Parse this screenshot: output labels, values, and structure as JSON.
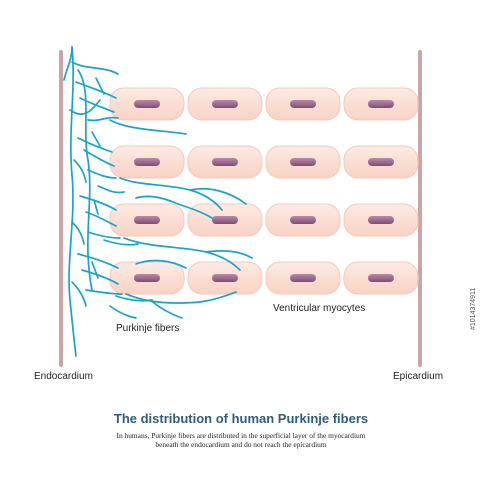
{
  "diagram": {
    "title": "The distribution of human Purkinje fibers",
    "caption_line1": "In humans, Purkinje fibers are distributed in the superficial layer of the myocardium",
    "caption_line2": "beneath the endocardium and do not reach the epicardium",
    "labels": {
      "endocardium": "Endocardium",
      "epicardium": "Epicardium",
      "purkinje_fibers": "Purkinje fibers",
      "ventricular_myocytes": "Ventricular myocytes"
    },
    "stock_id": "#1014374911",
    "colors": {
      "purkinje": "#1aa3c8",
      "myocyte_fill": "#fbe0d6",
      "myocyte_stroke": "#f2c9bb",
      "nucleus": "#8e5b85",
      "wall": "#c9a6a6",
      "title": "#2f5d7c"
    },
    "myocytes": {
      "rows": 4,
      "cols": 4
    }
  }
}
